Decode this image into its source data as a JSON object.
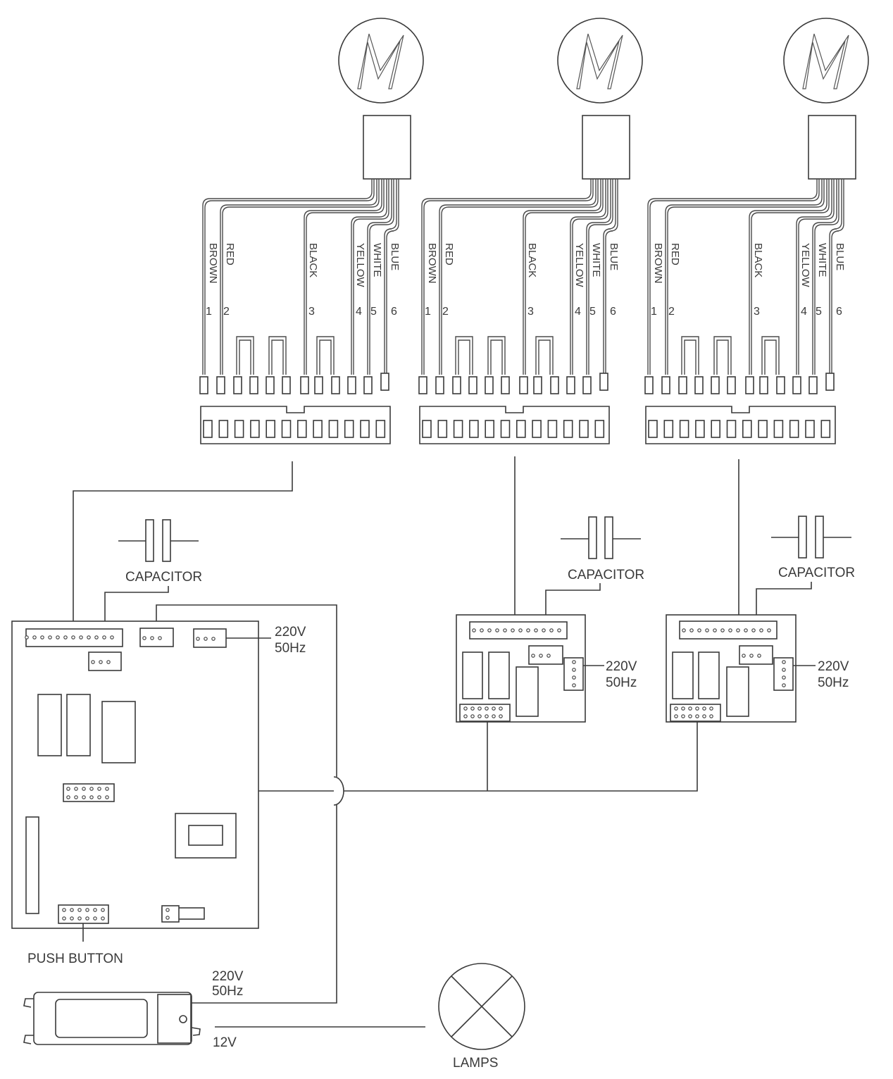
{
  "motor_symbol": "M",
  "wire_colors": [
    "BROWN",
    "RED",
    "BLACK",
    "YELLOW",
    "WHITE",
    "BLUE"
  ],
  "wire_numbers": [
    "1",
    "2",
    "3",
    "4",
    "5",
    "6"
  ],
  "capacitor_label": "CAPACITOR",
  "mains_voltage": "220V",
  "mains_frequency": "50Hz",
  "push_button_label": "PUSH  BUTTON",
  "low_voltage": "12V",
  "lamps_label": "LAMPS",
  "icons": [
    "motor-icon",
    "capacitor-icon",
    "lamp-icon",
    "transformer-icon"
  ]
}
